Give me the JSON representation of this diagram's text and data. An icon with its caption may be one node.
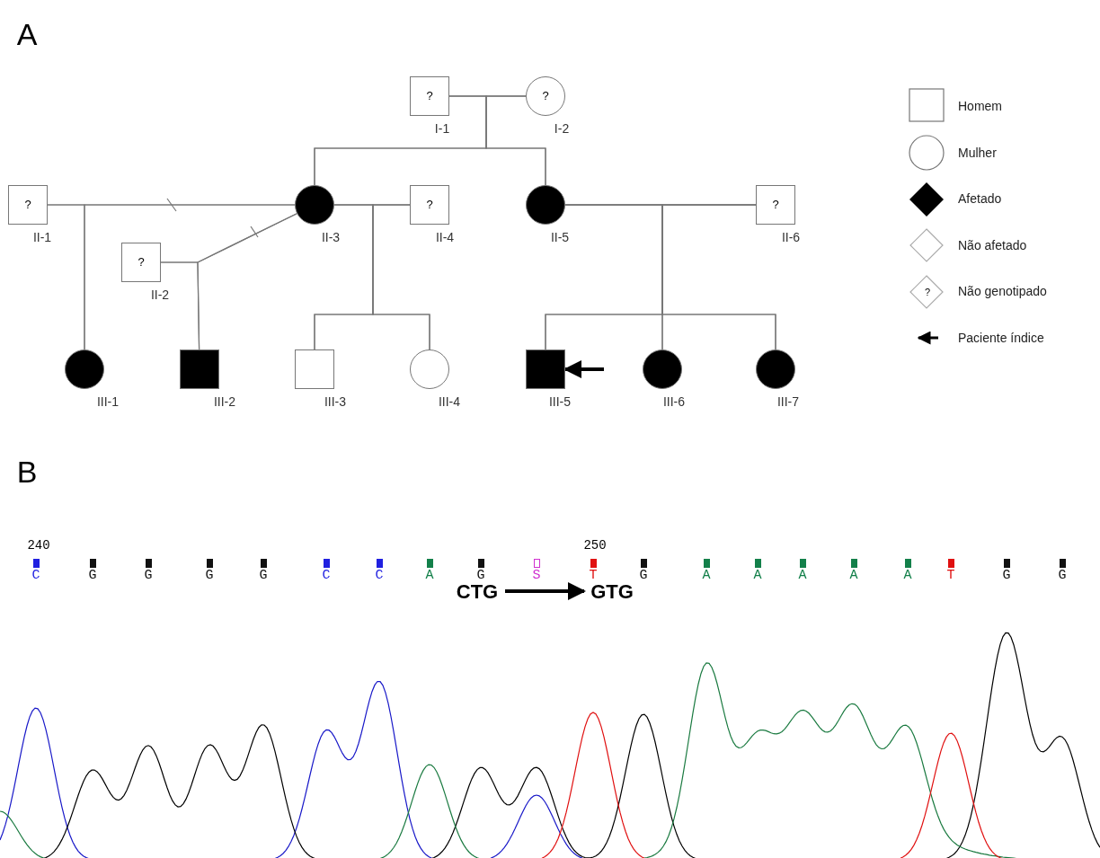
{
  "diagram": {
    "nodes": [
      {
        "text": [
          "?"
        ],
        "beside": [
          "I-1"
        ]
      },
      {
        "text": [
          "?"
        ],
        "beside": [
          "I-2"
        ]
      },
      {
        "text": [
          "?"
        ],
        "beside": [
          "II-1"
        ]
      },
      {
        "text": [],
        "shape": "circle",
        "beside": [
          "II-3"
        ]
      },
      {
        "text": [
          "?"
        ],
        "beside": [
          "II-4"
        ]
      },
      {
        "text": [],
        "shape": "circle",
        "beside": [
          "II-5"
        ]
      },
      {
        "text": [
          "?"
        ],
        "beside": [
          "II-6"
        ]
      },
      {
        "text": [
          "?"
        ],
        "beside": [
          "II-2"
        ]
      },
      {
        "text": [],
        "shape": "circle",
        "beside": [
          "III-1"
        ]
      },
      {
        "text": [],
        "shape": "box",
        "beside": [
          "III-2"
        ]
      },
      {
        "text": [],
        "shape": "box",
        "beside": [
          "III-3"
        ]
      },
      {
        "text": [],
        "shape": "circle",
        "beside": [
          "III-4"
        ]
      },
      {
        "text": [],
        "shape": "box",
        "beside": [
          "III-5"
        ]
      },
      {
        "text": [],
        "shape": "circle",
        "beside": [
          "III-6"
        ]
      },
      {
        "text": [],
        "shape": "circle",
        "beside": [
          "III-7"
        ]
      },
      {
        "text": [
          "CTG"
        ]
      },
      {
        "text": [
          "GTG"
        ]
      }
    ],
    "edges": [
      {
        "from": 0,
        "to": 1,
        "arrow": "none"
      },
      {
        "from": 2,
        "to": 3,
        "arrow": "none"
      },
      {
        "from": 7,
        "to": 3,
        "arrow": "none"
      },
      {
        "from": 3,
        "to": 4,
        "arrow": "none"
      },
      {
        "from": 5,
        "to": 6,
        "arrow": "none"
      },
      {
        "from": 0,
        "to": 3,
        "arrow": "none"
      },
      {
        "from": 1,
        "to": 3,
        "arrow": "none"
      },
      {
        "from": 0,
        "to": 5,
        "arrow": "none"
      },
      {
        "from": 1,
        "to": 5,
        "arrow": "none"
      },
      {
        "from": 2,
        "to": 8,
        "arrow": "none"
      },
      {
        "from": 3,
        "to": 8,
        "arrow": "none"
      },
      {
        "from": 7,
        "to": 9,
        "arrow": "none"
      },
      {
        "from": 3,
        "to": 9,
        "arrow": "none"
      },
      {
        "from": 3,
        "to": 10,
        "arrow": "none"
      },
      {
        "from": 4,
        "to": 10,
        "arrow": "none"
      },
      {
        "from": 3,
        "to": 11,
        "arrow": "none"
      },
      {
        "from": 4,
        "to": 11,
        "arrow": "none"
      },
      {
        "from": 5,
        "to": 12,
        "arrow": "none"
      },
      {
        "from": 6,
        "to": 12,
        "arrow": "none"
      },
      {
        "from": 5,
        "to": 13,
        "arrow": "none"
      },
      {
        "from": 6,
        "to": 13,
        "arrow": "none"
      },
      {
        "from": 5,
        "to": 14,
        "arrow": "none"
      },
      {
        "from": 6,
        "to": 14,
        "arrow": "none"
      },
      {
        "from": null,
        "to": 12,
        "arrow": "to",
        "style": "thick",
        "color": "#000000"
      },
      {
        "from": 15,
        "to": 16,
        "arrow": "to",
        "style": "thick",
        "color": "#000000"
      }
    ],
    "labels": [
      "A",
      "?",
      "B",
      "240",
      "250",
      "C",
      "G",
      "G",
      "G",
      "G",
      "C",
      "C",
      "A",
      "G",
      "S",
      "T",
      "G",
      "A",
      "A",
      "A",
      "A",
      "A",
      "T",
      "G",
      "G"
    ],
    "legend": [
      {
        "text": "Homem"
      },
      {
        "text": "Mulher"
      },
      {
        "text": "Afetado"
      },
      {
        "text": "Não afetado"
      },
      {
        "text": "Não genotipado"
      },
      {
        "text": "Paciente índice"
      }
    ]
  }
}
